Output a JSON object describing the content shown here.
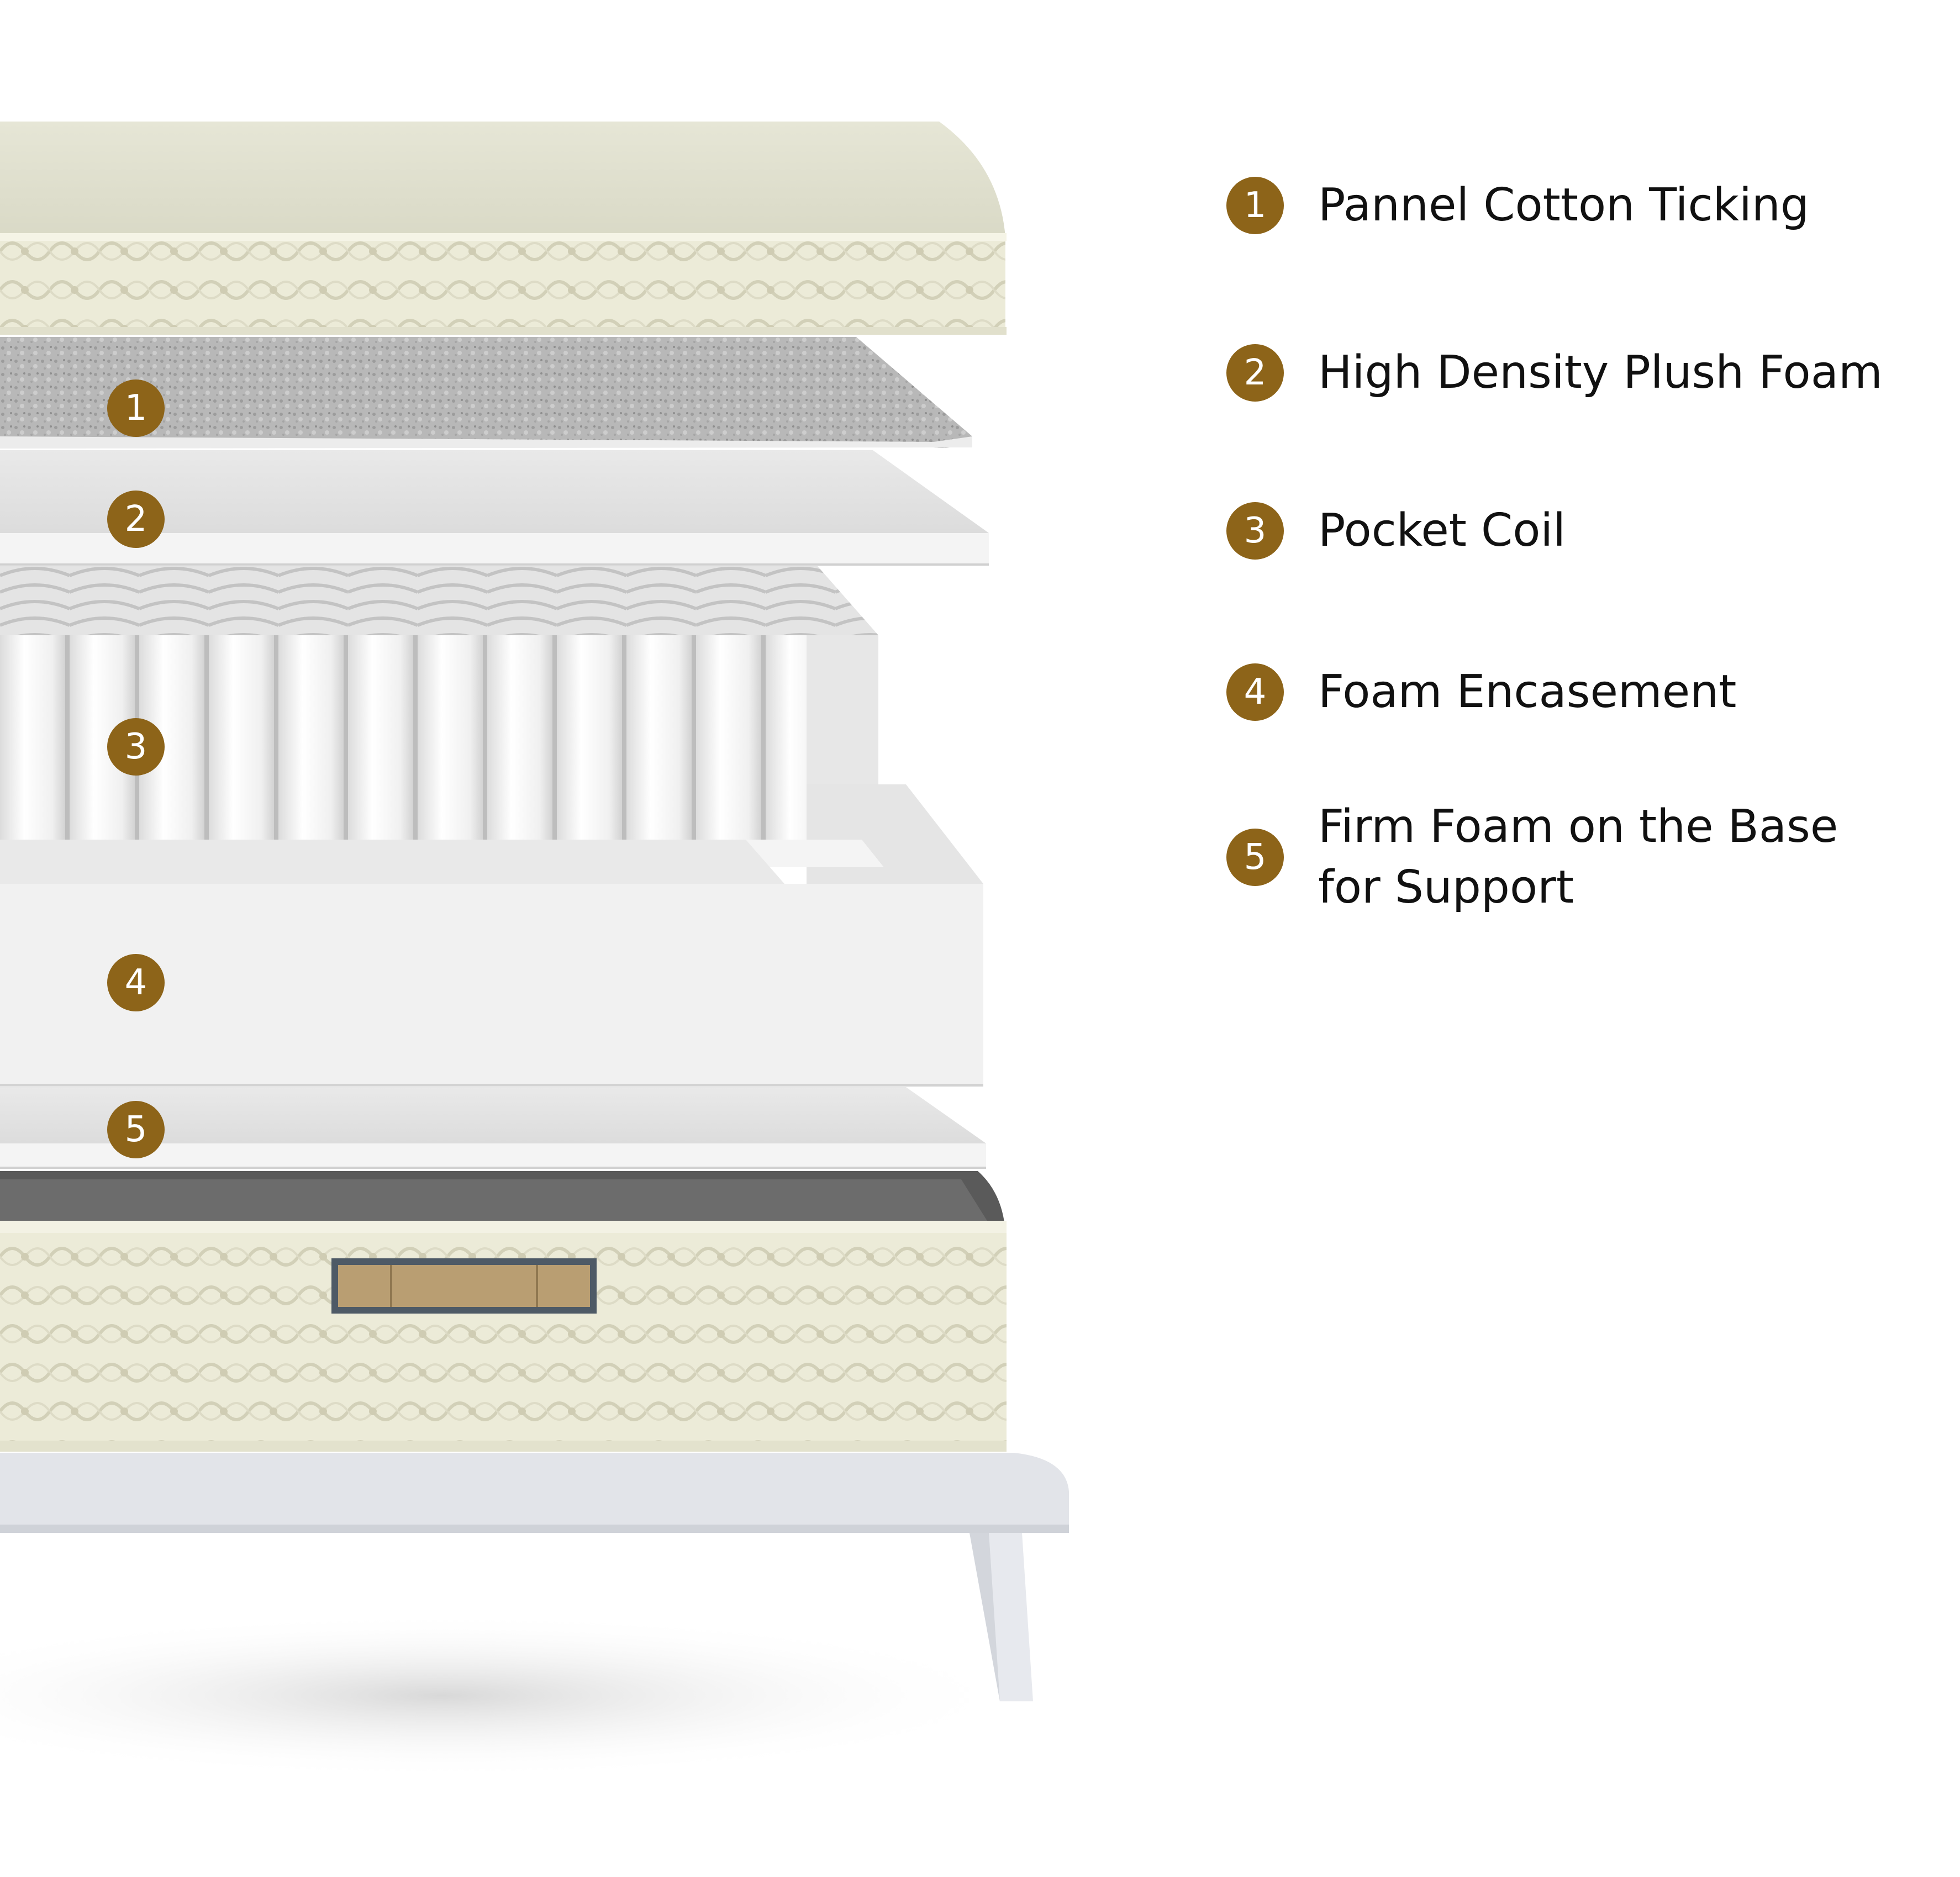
{
  "colors": {
    "badge": "#8d6419",
    "ticking": "#ecebd9",
    "foam": "#f2f2f2",
    "frame": "#e3e5ea"
  },
  "layers": [
    {
      "number": "1",
      "label": "Pannel Cotton Ticking"
    },
    {
      "number": "2",
      "label": "High Density Plush Foam"
    },
    {
      "number": "3",
      "label": "Pocket Coil"
    },
    {
      "number": "4",
      "label": "Foam Encasement"
    },
    {
      "number": "5",
      "label": "Firm Foam on the Base\nfor Support"
    }
  ]
}
